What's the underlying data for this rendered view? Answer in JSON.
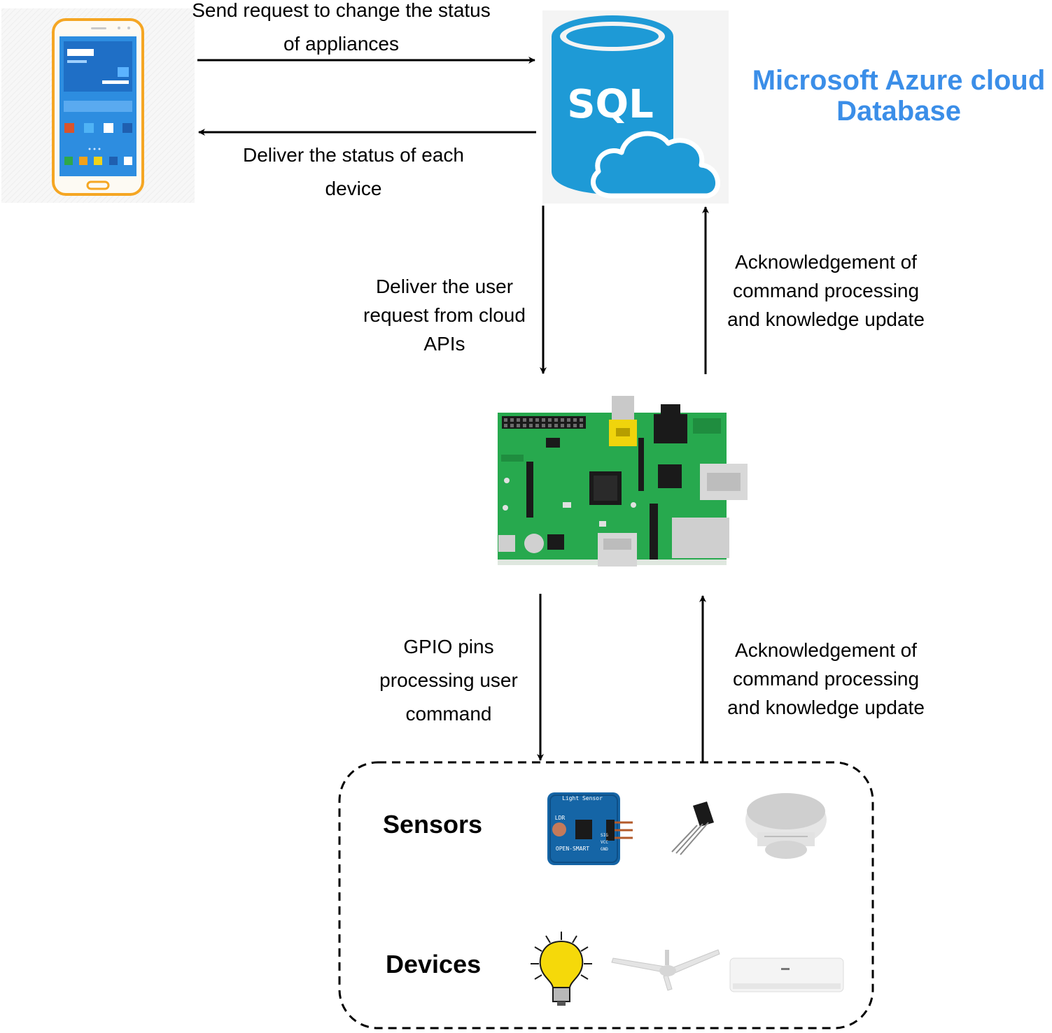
{
  "labels": {
    "send_request_line1": "Send request to change the status",
    "send_request_line2": "of appliances",
    "deliver_status_line1": "Deliver the status of each",
    "deliver_status_line2": "device",
    "deliver_user_line1": "Deliver the user",
    "deliver_user_line2": "request from cloud",
    "deliver_user_line3": "APIs",
    "ack_top_line1": "Acknowledgement of",
    "ack_top_line2": "command processing",
    "ack_top_line3": "and knowledge update",
    "gpio_line1": "GPIO pins",
    "gpio_line2": "processing user",
    "gpio_line3": "command",
    "ack_bottom_line1": "Acknowledgement of",
    "ack_bottom_line2": "command processing",
    "ack_bottom_line3": "and knowledge update"
  },
  "cloud": {
    "title_line1": "Microsoft Azure cloud",
    "title_line2": "Database",
    "sql_text": "SQL"
  },
  "sensor_board": {
    "title": "Light Sensor",
    "ldr": "LDR",
    "brand": "OPEN-SMART",
    "pins": [
      "SIG",
      "VCC",
      "GND"
    ]
  },
  "groups": {
    "sensors": "Sensors",
    "devices": "Devices"
  },
  "colors": {
    "azure_blue": "#3b8ee8",
    "sql_blue": "#1e9ad6",
    "board_green": "#27a94e",
    "phone_orange": "#f5a623",
    "phone_screen": "#2d8de0"
  }
}
